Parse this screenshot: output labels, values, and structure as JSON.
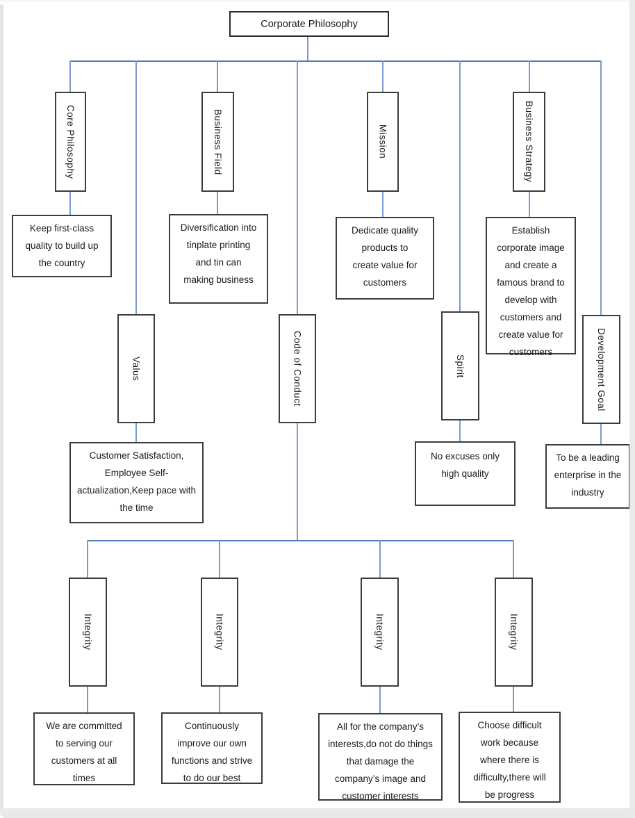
{
  "diagram_title": "Corporate Philosophy",
  "colors": {
    "bus": "#4f7cba",
    "drop": "#7b9ccb",
    "border": "#3c3c3c",
    "page_frame": "#e9e9e9"
  },
  "nodes": {
    "root": {
      "label": "Corporate Philosophy"
    },
    "core_philosophy": {
      "label": "Core Philosophy",
      "desc": "Keep first-class quality to build up the country"
    },
    "business_field": {
      "label": "Business Field",
      "desc": "Diversification into tinplate printing and tin can making business"
    },
    "mission": {
      "label": "Mission",
      "desc": "Dedicate quality products to create value for customers"
    },
    "business_strategy": {
      "label": "Business Strategy",
      "desc": "Establish corporate image and create a famous brand to develop with customers and create value for customers"
    },
    "valus": {
      "label": "Valus",
      "desc": "Customer Satisfaction, Employee Self-actualization,Keep pace with the time"
    },
    "code_of_conduct": {
      "label": "Code of Conduct"
    },
    "spirit": {
      "label": "Spirit",
      "desc": "No excuses only high quality"
    },
    "development_goal": {
      "label": "Development Goal",
      "desc": "To be a leading enterprise in the industry"
    },
    "integrity_1": {
      "label": "Integrity",
      "desc": "We are committed to serving our customers at all times"
    },
    "integrity_2": {
      "label": "Integrity",
      "desc": "Continuously improve our own functions and strive to do our best"
    },
    "integrity_3": {
      "label": "Integrity",
      "desc": "All for the company’s interests,do not do things that damage the company’s image and customer interests"
    },
    "integrity_4": {
      "label": "Integrity",
      "desc": "Choose difficult work because where there is difficulty,there will be progress"
    }
  }
}
